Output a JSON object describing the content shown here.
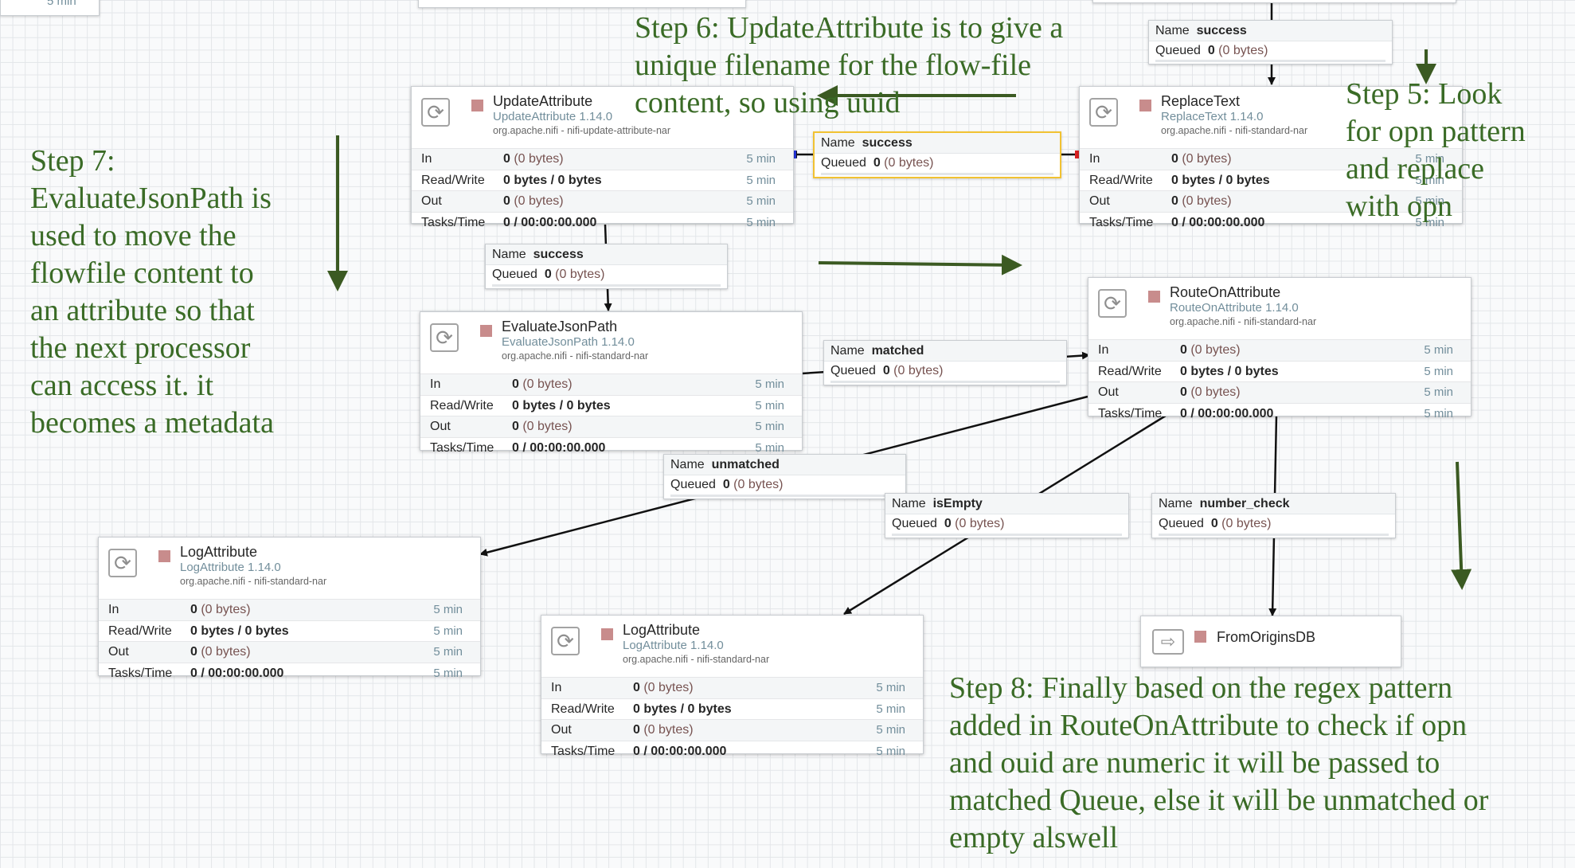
{
  "top_left_time": "5 min",
  "processors": {
    "update": {
      "name": "UpdateAttribute",
      "type": "UpdateAttribute 1.14.0",
      "bundle": "org.apache.nifi - nifi-update-attribute-nar",
      "rows": {
        "in": {
          "label": "In",
          "count": "0",
          "bytes": " (0 bytes)",
          "time": "5 min"
        },
        "rw": {
          "label": "Read/Write",
          "value": "0 bytes / 0 bytes",
          "time": "5 min"
        },
        "out": {
          "label": "Out",
          "count": "0",
          "bytes": " (0 bytes)",
          "time": "5 min"
        },
        "tasks": {
          "label": "Tasks/Time",
          "value": "0 / 00:00:00.000",
          "time": "5 min"
        }
      }
    },
    "replace": {
      "name": "ReplaceText",
      "type": "ReplaceText 1.14.0",
      "bundle": "org.apache.nifi - nifi-standard-nar",
      "rows": {
        "in": {
          "label": "In",
          "count": "0",
          "bytes": " (0 bytes)",
          "time": "5 min"
        },
        "rw": {
          "label": "Read/Write",
          "value": "0 bytes / 0 bytes",
          "time": "5 min"
        },
        "out": {
          "label": "Out",
          "count": "0",
          "bytes": " (0 bytes)",
          "time": "5 min"
        },
        "tasks": {
          "label": "Tasks/Time",
          "value": "0 / 00:00:00.000",
          "time": "5 min"
        }
      }
    },
    "evaluate": {
      "name": "EvaluateJsonPath",
      "type": "EvaluateJsonPath 1.14.0",
      "bundle": "org.apache.nifi - nifi-standard-nar",
      "rows": {
        "in": {
          "label": "In",
          "count": "0",
          "bytes": " (0 bytes)",
          "time": "5 min"
        },
        "rw": {
          "label": "Read/Write",
          "value": "0 bytes / 0 bytes",
          "time": "5 min"
        },
        "out": {
          "label": "Out",
          "count": "0",
          "bytes": " (0 bytes)",
          "time": "5 min"
        },
        "tasks": {
          "label": "Tasks/Time",
          "value": "0 / 00:00:00.000",
          "time": "5 min"
        }
      }
    },
    "route": {
      "name": "RouteOnAttribute",
      "type": "RouteOnAttribute 1.14.0",
      "bundle": "org.apache.nifi - nifi-standard-nar",
      "rows": {
        "in": {
          "label": "In",
          "count": "0",
          "bytes": " (0 bytes)",
          "time": "5 min"
        },
        "rw": {
          "label": "Read/Write",
          "value": "0 bytes / 0 bytes",
          "time": "5 min"
        },
        "out": {
          "label": "Out",
          "count": "0",
          "bytes": " (0 bytes)",
          "time": "5 min"
        },
        "tasks": {
          "label": "Tasks/Time",
          "value": "0 / 00:00:00.000",
          "time": "5 min"
        }
      }
    },
    "log1": {
      "name": "LogAttribute",
      "type": "LogAttribute 1.14.0",
      "bundle": "org.apache.nifi - nifi-standard-nar",
      "rows": {
        "in": {
          "label": "In",
          "count": "0",
          "bytes": " (0 bytes)",
          "time": "5 min"
        },
        "rw": {
          "label": "Read/Write",
          "value": "0 bytes / 0 bytes",
          "time": "5 min"
        },
        "out": {
          "label": "Out",
          "count": "0",
          "bytes": " (0 bytes)",
          "time": "5 min"
        },
        "tasks": {
          "label": "Tasks/Time",
          "value": "0 / 00:00:00.000",
          "time": "5 min"
        }
      }
    },
    "log2": {
      "name": "LogAttribute",
      "type": "LogAttribute 1.14.0",
      "bundle": "org.apache.nifi - nifi-standard-nar",
      "rows": {
        "in": {
          "label": "In",
          "count": "0",
          "bytes": " (0 bytes)",
          "time": "5 min"
        },
        "rw": {
          "label": "Read/Write",
          "value": "0 bytes / 0 bytes",
          "time": "5 min"
        },
        "out": {
          "label": "Out",
          "count": "0",
          "bytes": " (0 bytes)",
          "time": "5 min"
        },
        "tasks": {
          "label": "Tasks/Time",
          "value": "0 / 00:00:00.000",
          "time": "5 min"
        }
      }
    }
  },
  "output_port": {
    "name": "FromOriginsDB"
  },
  "connections": {
    "top_success": {
      "name_label": "Name",
      "name": "success",
      "queued_label": "Queued",
      "count": "0",
      "bytes": " (0 bytes)"
    },
    "replace_to_update": {
      "name_label": "Name",
      "name": "success",
      "queued_label": "Queued",
      "count": "0",
      "bytes": " (0 bytes)"
    },
    "update_to_evaluate": {
      "name_label": "Name",
      "name": "success",
      "queued_label": "Queued",
      "count": "0",
      "bytes": " (0 bytes)"
    },
    "matched": {
      "name_label": "Name",
      "name": "matched",
      "queued_label": "Queued",
      "count": "0",
      "bytes": " (0 bytes)"
    },
    "unmatched": {
      "name_label": "Name",
      "name": "unmatched",
      "queued_label": "Queued",
      "count": "0",
      "bytes": " (0 bytes)"
    },
    "isempty": {
      "name_label": "Name",
      "name": "isEmpty",
      "queued_label": "Queued",
      "count": "0",
      "bytes": " (0 bytes)"
    },
    "number_check": {
      "name_label": "Name",
      "name": "number_check",
      "queued_label": "Queued",
      "count": "0",
      "bytes": " (0 bytes)"
    }
  },
  "notes": {
    "step6": [
      "Step 6: UpdateAttribute is to give a",
      "unique filename for the flow-file",
      "content, so using uuid"
    ],
    "step5": [
      "Step 5: Look",
      "for opn pattern",
      "and replace",
      "with opn"
    ],
    "step7": [
      "Step 7:",
      "EvaluateJsonPath is",
      "used to move the",
      "flowfile content to",
      "an attribute so that",
      "the next processor",
      "can access it. it",
      "becomes a metadata"
    ],
    "step8": [
      "Step 8: Finally based on the regex pattern",
      "added in RouteOnAttribute to check if opn",
      "and ouid are numeric it will be passed to",
      "matched Queue, else it will be unmatched or",
      "empty alswell"
    ]
  },
  "colors": {
    "annotation_green": "#3a6b26",
    "arrow_green": "#3b5a22",
    "selected_connection": "#f1c232",
    "processor_stopped": "#c88c8c",
    "source_port": "#2233dd",
    "dest_port": "#dd2222"
  },
  "icons": {
    "processor": "processor-icon",
    "output_port": "output-port-icon"
  }
}
